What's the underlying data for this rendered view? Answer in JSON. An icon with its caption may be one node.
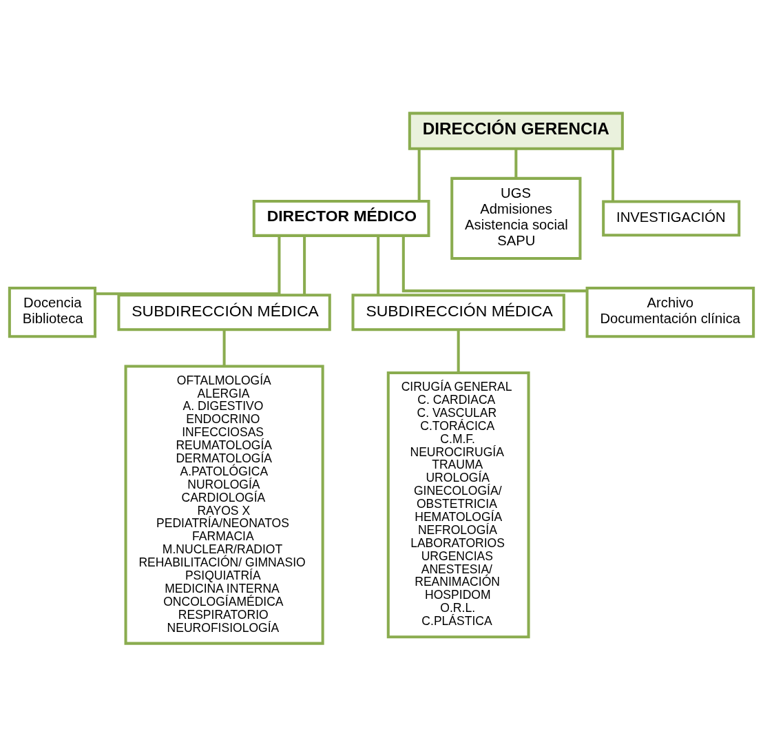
{
  "diagram": {
    "nodes": [
      {
        "text": [
          "DIRECCIÓN GERENCIA"
        ]
      },
      {
        "text": [
          "DIRECTOR MÉDICO"
        ]
      },
      {
        "text": [
          "UGS",
          "Admisiones",
          "Asistencia social",
          "SAPU"
        ]
      },
      {
        "text": [
          "INVESTIGACIÓN"
        ]
      },
      {
        "text": [
          "Docencia",
          "Biblioteca"
        ]
      },
      {
        "text": [
          "SUBDIRECCIÓN MÉDICA"
        ]
      },
      {
        "text": [
          "SUBDIRECCIÓN MÉDICA"
        ]
      },
      {
        "text": [
          "Archivo",
          "Documentación clínica"
        ]
      },
      {
        "text": [
          "OFTALMOLOGÍA",
          "ALERGIA",
          "A. DIGESTIVO",
          "ENDOCRINO",
          "INFECCIOSAS",
          "REUMATOLOGÍA",
          "DERMATOLOGÍA",
          "A.PATOLÓGICA",
          "NUROLOGÍA",
          "CARDIOLOGÍA",
          "RAYOS X",
          "PEDIATRÍA/NEONATOS",
          "FARMACIA",
          "M.NUCLEAR/RADIOT",
          "REHABILITACIÓN/ GIMNASIO",
          "PSIQUIATRÍA",
          "MEDICINA INTERNA",
          "ONCOLOGÍAMÉDICA",
          "RESPIRATORIO",
          "NEUROFISIOLOGÍA"
        ]
      },
      {
        "text": [
          "CIRUGÍA GENERAL",
          "C. CARDIACA",
          "C. VASCULAR",
          "C.TORÁCICA",
          "C.M.F.",
          "NEUROCIRUGÍA",
          "TRAUMA",
          "UROLOGÍA",
          "GINECOLOGÍA/",
          "OBSTETRICIA",
          "HEMATOLOGÍA",
          "NEFROLOGÍA",
          "LABORATORIOS",
          "URGENCIAS",
          "ANESTESIA/",
          "REANIMACIÓN",
          "HOSPIDOM",
          "O.R.L.",
          "C.PLÁSTICA"
        ]
      }
    ],
    "edges": [
      {
        "from": 0,
        "to": 1,
        "arrow": "none"
      },
      {
        "from": 0,
        "to": 2,
        "arrow": "none"
      },
      {
        "from": 0,
        "to": 3,
        "arrow": "none"
      },
      {
        "from": 1,
        "to": 4,
        "arrow": "none"
      },
      {
        "from": 1,
        "to": 5,
        "arrow": "none"
      },
      {
        "from": 1,
        "to": 6,
        "arrow": "none"
      },
      {
        "from": 1,
        "to": 7,
        "arrow": "none"
      },
      {
        "from": 5,
        "to": 8,
        "arrow": "none"
      },
      {
        "from": 6,
        "to": 9,
        "arrow": "none"
      }
    ]
  }
}
